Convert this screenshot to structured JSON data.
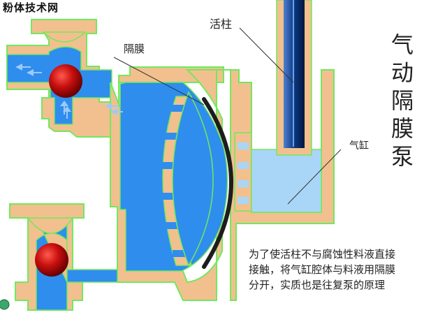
{
  "watermark": "粉体技术网",
  "labels": {
    "piston": "活柱",
    "diaphragm": "隔膜",
    "cylinder": "气缸"
  },
  "title_chars": [
    "气",
    "动",
    "隔",
    "膜",
    "泵"
  ],
  "note_lines": [
    "为了使活柱不与腐蚀性料液直接",
    "接触，将气缸腔体与料液用隔膜",
    "分开，实质也是往复泵的原理"
  ],
  "colors": {
    "casing": "#f2c08f",
    "casing_border": "#72e85e",
    "fluid": "#2f8dee",
    "cylinder_fluid": "#a9d6f7",
    "ball": "#c8100f",
    "diaphragm": "#1d1d1d",
    "piston_rod": "#0c3a82"
  }
}
